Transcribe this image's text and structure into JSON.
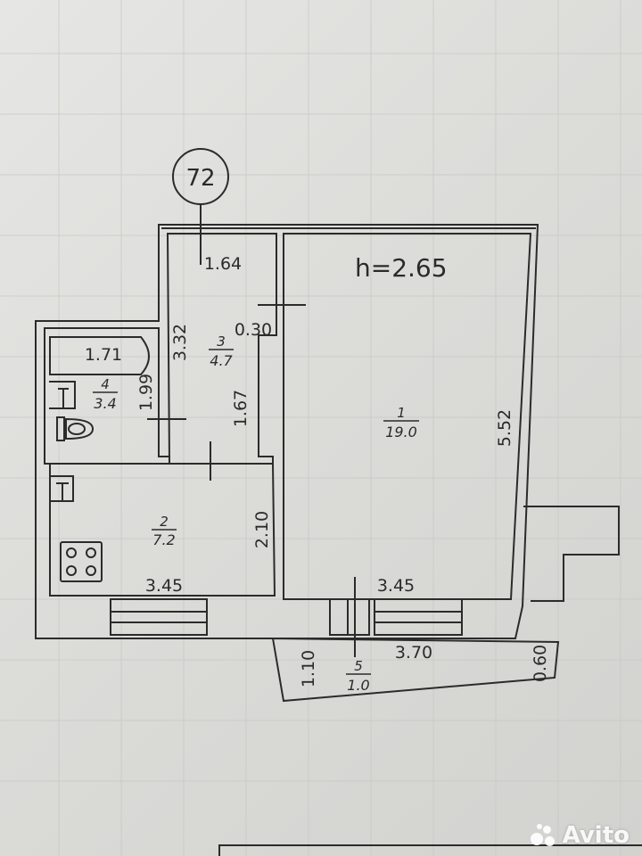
{
  "plan_number": "72",
  "ceiling_height": "h=2.65",
  "rooms": [
    {
      "id": "room-1",
      "number": "1",
      "area": "19.0"
    },
    {
      "id": "room-2",
      "number": "2",
      "area": "7.2"
    },
    {
      "id": "room-3",
      "number": "3",
      "area": "4.7"
    },
    {
      "id": "room-4",
      "number": "4",
      "area": "3.4"
    },
    {
      "id": "room-5",
      "number": "5",
      "area": "1.0"
    }
  ],
  "dimensions": {
    "corridor_width": "1.64",
    "corridor_length": "3.32",
    "wall_offset": "0.30",
    "corridor_inner": "1.67",
    "bath_length": "1.71",
    "bath_width": "1.99",
    "kitchen_depth": "2.10",
    "kitchen_width": "3.45",
    "room_width": "3.45",
    "room_length": "5.52",
    "balcony_length": "3.70",
    "balcony_left": "1.10",
    "balcony_right": "0.60"
  },
  "watermark": "Avito",
  "colors": {
    "ink": "#2b2b2b",
    "paper": "#dedede",
    "grid": "#c8c8c4"
  }
}
